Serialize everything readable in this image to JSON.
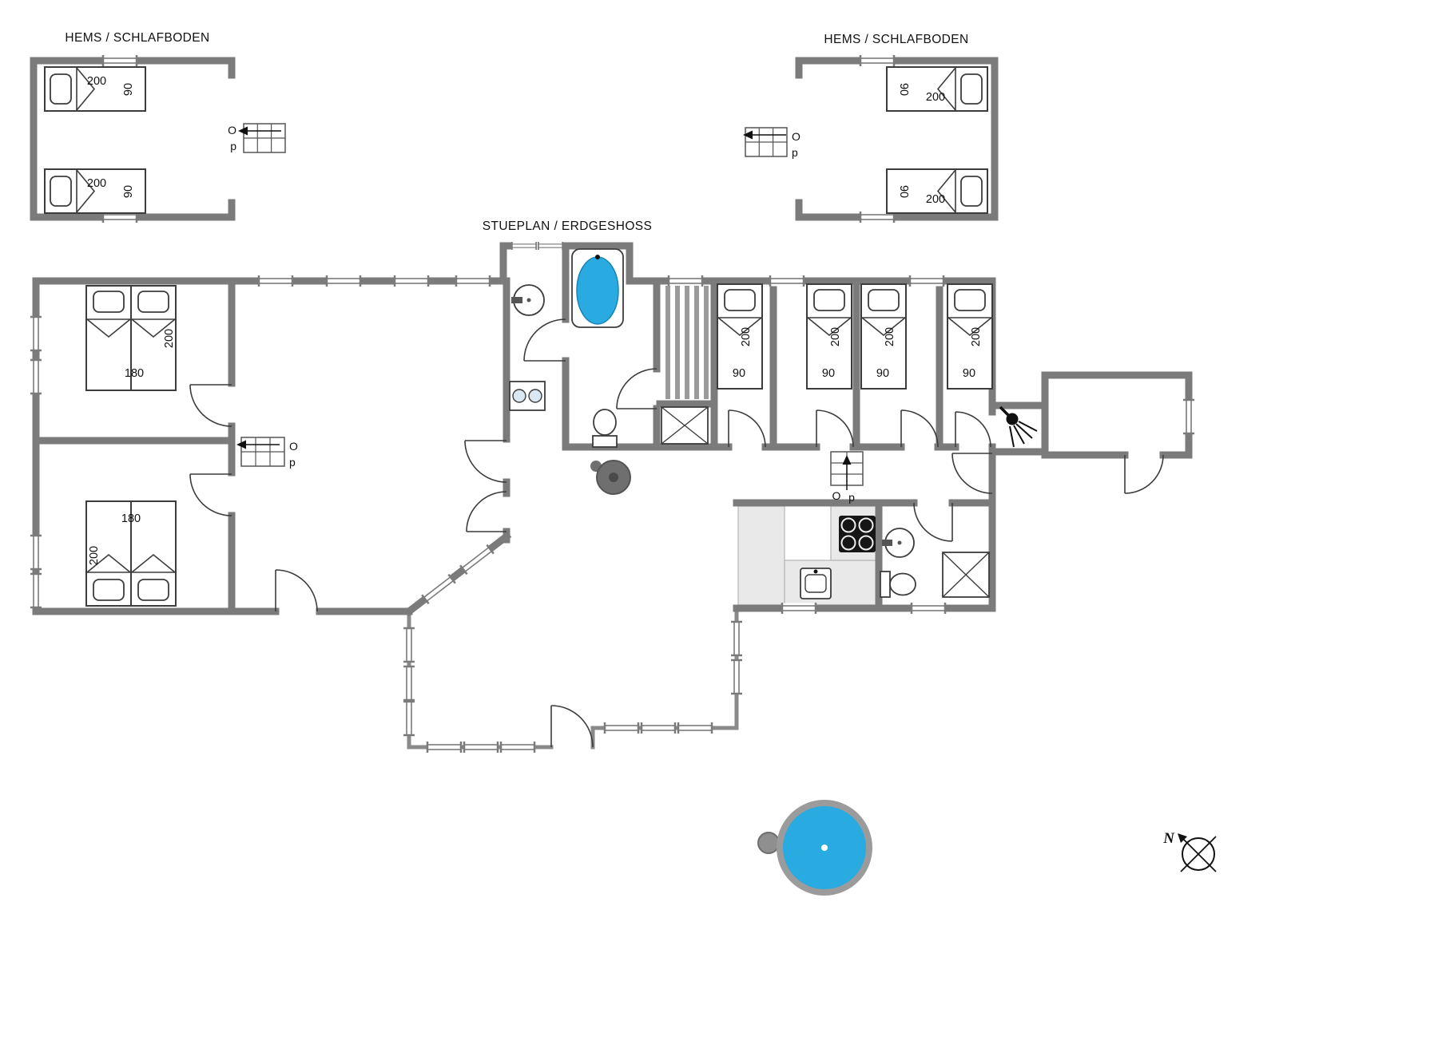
{
  "titles": {
    "hems_left": "HEMS / SCHLAFBODEN",
    "hems_right": "HEMS / SCHLAFBODEN",
    "main": "STUEPLAN / ERDGESHOSS"
  },
  "stairs": {
    "o": "O",
    "p": "p"
  },
  "dims": {
    "bed_length": "200",
    "bed_width": "90",
    "double_bed_width": "180"
  },
  "compass": {
    "north": "N"
  },
  "legend": {
    "wall_color": "#7b7b7b",
    "water_color": "#29aae1",
    "counter_color": "#e9e9e9"
  }
}
